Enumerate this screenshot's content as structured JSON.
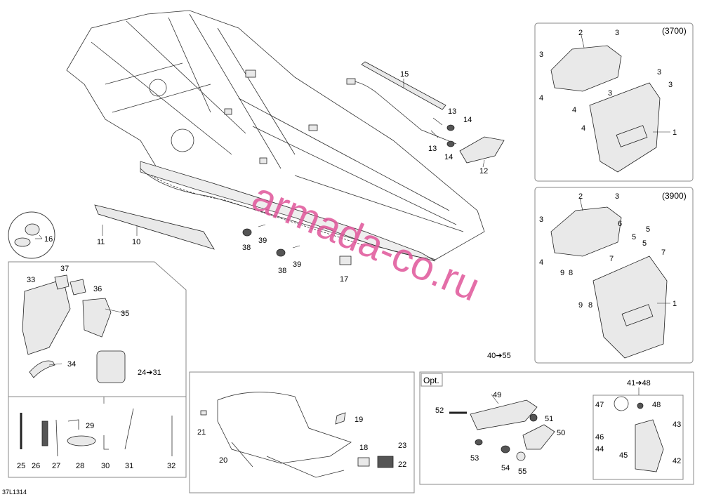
{
  "watermark": "armada-co.ru",
  "drawing_code": "37L1314",
  "panels": {
    "top_right": {
      "variant": "(3700)"
    },
    "mid_right": {
      "variant": "(3900)"
    },
    "optional": {
      "badge": "Opt.",
      "range": "40➔55"
    },
    "optional_sub": {
      "range": "41➔48"
    }
  },
  "callouts": {
    "c1a": "1",
    "c2a": "2",
    "c3a": "3",
    "c3b": "3",
    "c3c": "3",
    "c3d": "3",
    "c3e": "3",
    "c4a": "4",
    "c4b": "4",
    "c4c": "4",
    "c1b": "1",
    "c2b": "2",
    "c3f": "3",
    "c3g": "3",
    "c4d": "4",
    "c5a": "5",
    "c5b": "5",
    "c5c": "5",
    "c6": "6",
    "c7a": "7",
    "c7b": "7",
    "c8a": "8",
    "c8b": "8",
    "c9a": "9",
    "c9b": "9",
    "c10": "10",
    "c11": "11",
    "c12": "12",
    "c13a": "13",
    "c13b": "13",
    "c14a": "14",
    "c14b": "14",
    "c15": "15",
    "c16": "16",
    "c17": "17",
    "c18": "18",
    "c19": "19",
    "c20": "20",
    "c21": "21",
    "c22": "22",
    "c23": "23",
    "c24": "24➔31",
    "c25": "25",
    "c26": "26",
    "c27": "27",
    "c28": "28",
    "c29": "29",
    "c30": "30",
    "c31": "31",
    "c32": "32",
    "c33": "33",
    "c34": "34",
    "c35": "35",
    "c36": "36",
    "c37": "37",
    "c38a": "38",
    "c38b": "38",
    "c39a": "39",
    "c39b": "39",
    "c42": "42",
    "c43": "43",
    "c44": "44",
    "c45": "45",
    "c46": "46",
    "c47": "47",
    "c48": "48",
    "c49": "49",
    "c50": "50",
    "c51": "51",
    "c52": "52",
    "c53": "53",
    "c54": "54",
    "c55": "55"
  }
}
